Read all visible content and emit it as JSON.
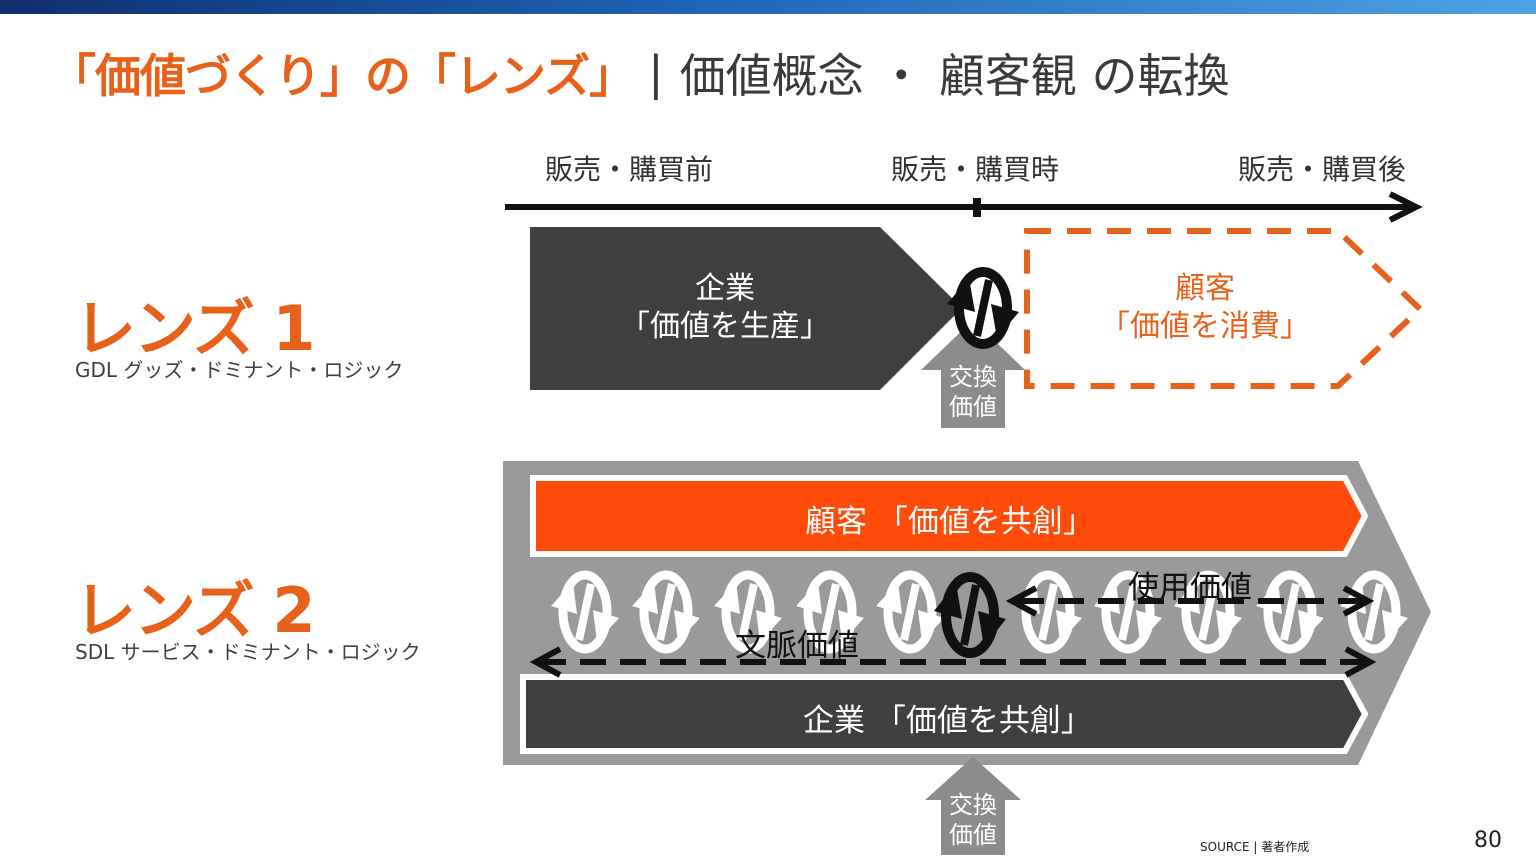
{
  "title": {
    "accent": "「価値づくり」の「レンズ」",
    "separator": "|",
    "main": "価値概念 ・ 顧客観 の転換"
  },
  "timeline": {
    "before": "販売・購買前",
    "during": "販売・購買時",
    "after": "販売・購買後"
  },
  "lens1": {
    "title": "レンズ 1",
    "subtitle": "GDL グッズ・ドミナント・ロジック",
    "company_line1": "企業",
    "company_line2": "「価値を生産」",
    "customer_line1": "顧客",
    "customer_line2": "「価値を消費」",
    "exchange_line1": "交換",
    "exchange_line2": "価値"
  },
  "lens2": {
    "title": "レンズ 2",
    "subtitle": "SDL サービス・ドミナント・ロジック",
    "customer_bar": "顧客 「価値を共創」",
    "company_bar": "企業 「価値を共創」",
    "use_value": "使用価値",
    "context_value": "文脈価値",
    "exchange_line1": "交換",
    "exchange_line2": "価値"
  },
  "footer": {
    "source": "SOURCE | 著者作成",
    "page": "80"
  },
  "colors": {
    "accent": "#e8611a",
    "orange_bar": "#ff4b0a",
    "dark": "#3f3f3f",
    "gray": "#9a9a9a"
  }
}
